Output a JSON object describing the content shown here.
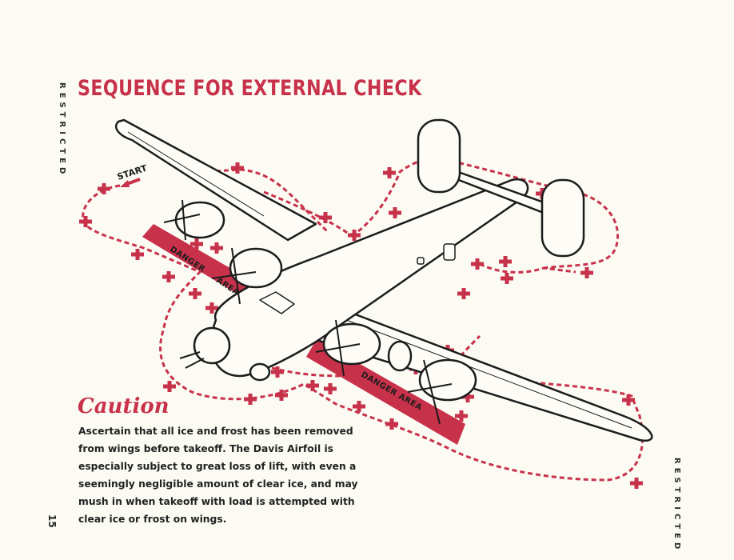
{
  "document": {
    "title": "SEQUENCE FOR EXTERNAL CHECK",
    "classification_left": "RESTRICTED",
    "classification_right": "RESTRICTED",
    "page_number": "15"
  },
  "diagram": {
    "start_label": "START",
    "danger_zone_labels": [
      "DANGER",
      "AREA",
      "DANGER AREA"
    ],
    "accent_color": "#c8314a",
    "line_color": "#1c1c1c"
  },
  "caution": {
    "heading": "Caution",
    "lines": [
      "Ascertain that all ice and frost has been removed",
      "from wings before takeoff. The Davis Airfoil is",
      "especially subject to great loss of lift, with even a",
      "seemingly negligible amount  of clear ice, and may",
      "mush in when takeoff with load is attempted with",
      "clear ice or frost on wings."
    ]
  }
}
